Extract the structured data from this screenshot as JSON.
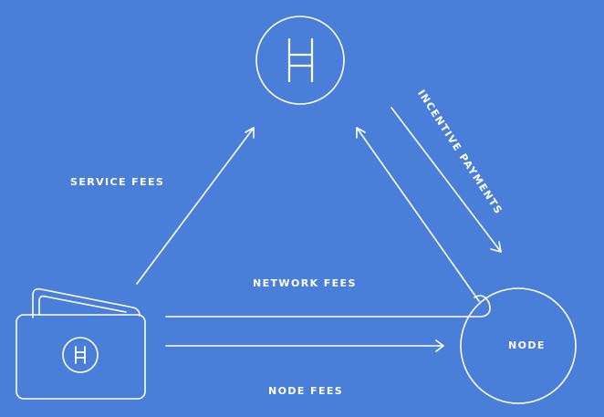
{
  "labels": {
    "service_fees": "SERVICE FEES",
    "incentive_payments": "INCENTIVE PAYMENTS",
    "network_fees": "NETWORK FEES",
    "node_fees": "NODE FEES",
    "node": "NODE"
  },
  "colors": {
    "background": "#4a7fd9",
    "stroke": "#ffffff"
  },
  "icons": {
    "top": "hbar-icon",
    "wallet": "wallet-icon"
  }
}
